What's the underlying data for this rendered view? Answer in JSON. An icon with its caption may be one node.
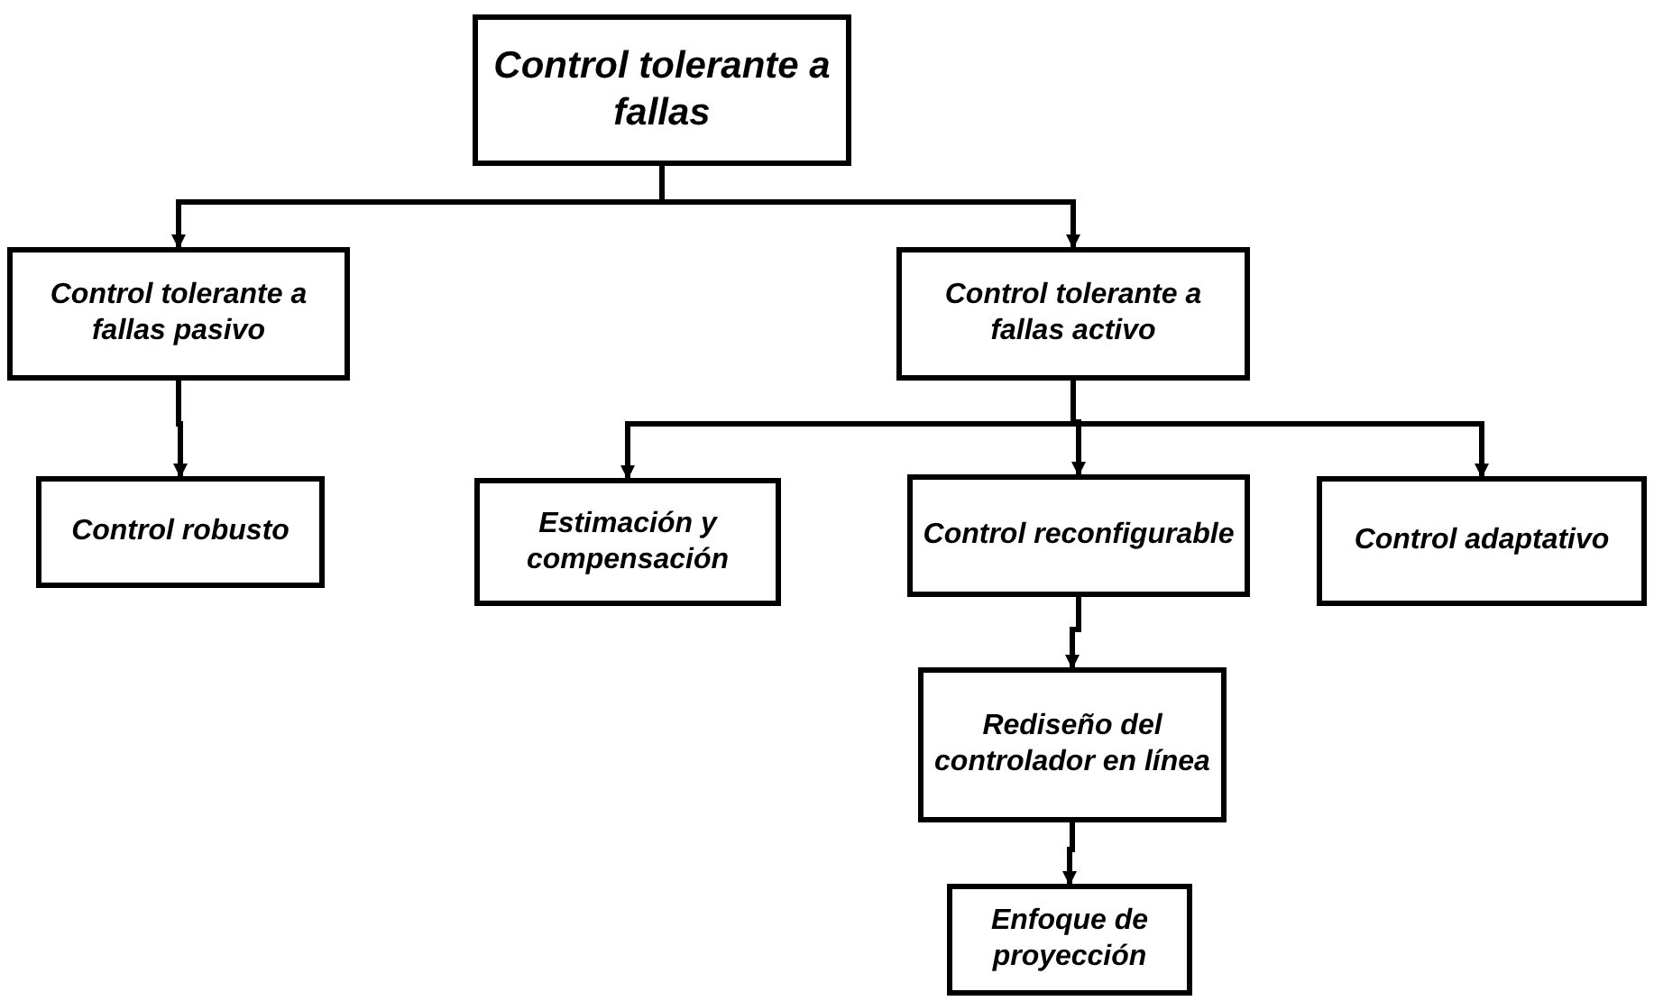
{
  "diagram": {
    "nodes": [
      {
        "text": [
          "Control tolerante a fallas"
        ]
      },
      {
        "text": [
          "Control tolerante a fallas pasivo"
        ]
      },
      {
        "text": [
          "Control tolerante a fallas activo"
        ]
      },
      {
        "text": [
          "Control robusto"
        ]
      },
      {
        "text": [
          "Estimación y compensación"
        ]
      },
      {
        "text": [
          "Control reconfigurable"
        ]
      },
      {
        "text": [
          "Control adaptativo"
        ]
      },
      {
        "text": [
          "Rediseño del controlador en línea"
        ]
      },
      {
        "text": [
          "Enfoque de proyección"
        ]
      }
    ],
    "edges": [
      {
        "from": 0,
        "to": 1,
        "arrow": "to"
      },
      {
        "from": 0,
        "to": 2,
        "arrow": "to"
      },
      {
        "from": 1,
        "to": 3,
        "arrow": "to"
      },
      {
        "from": 2,
        "to": 4,
        "arrow": "to"
      },
      {
        "from": 2,
        "to": 5,
        "arrow": "to"
      },
      {
        "from": 2,
        "to": 6,
        "arrow": "to"
      },
      {
        "from": 5,
        "to": 7,
        "arrow": "to"
      },
      {
        "from": 7,
        "to": 8,
        "arrow": "to"
      }
    ]
  }
}
